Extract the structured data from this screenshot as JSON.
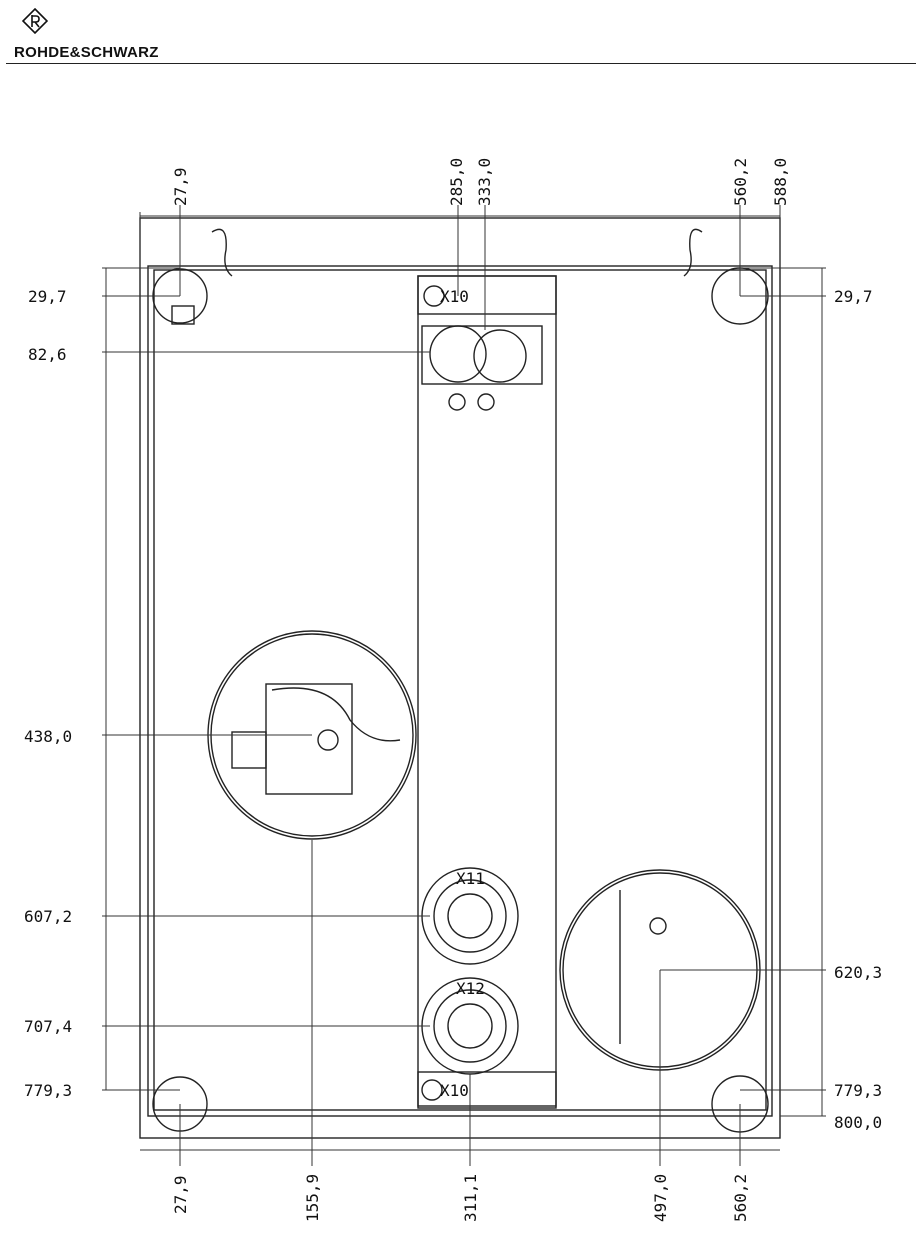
{
  "header": {
    "brand": "ROHDE&SCHWARZ",
    "logo_icon": "rs-diamond-logo-icon"
  },
  "dimensions": {
    "top": [
      "27,9",
      "285,0",
      "333,0",
      "560,2",
      "588,0"
    ],
    "right": [
      "29,7",
      "620,3",
      "779,3",
      "800,0"
    ],
    "left": [
      "29,7",
      "82,6",
      "438,0",
      "607,2",
      "707,4",
      "779,3"
    ],
    "bottom": [
      "27,9",
      "155,9",
      "311,1",
      "497,0",
      "560,2"
    ]
  },
  "connector_labels": {
    "top_connector": "X10",
    "middle_connector_1": "X11",
    "middle_connector_2": "X12",
    "bottom_connector": "X10"
  },
  "colors": {
    "line": "#222222",
    "background": "#ffffff"
  }
}
